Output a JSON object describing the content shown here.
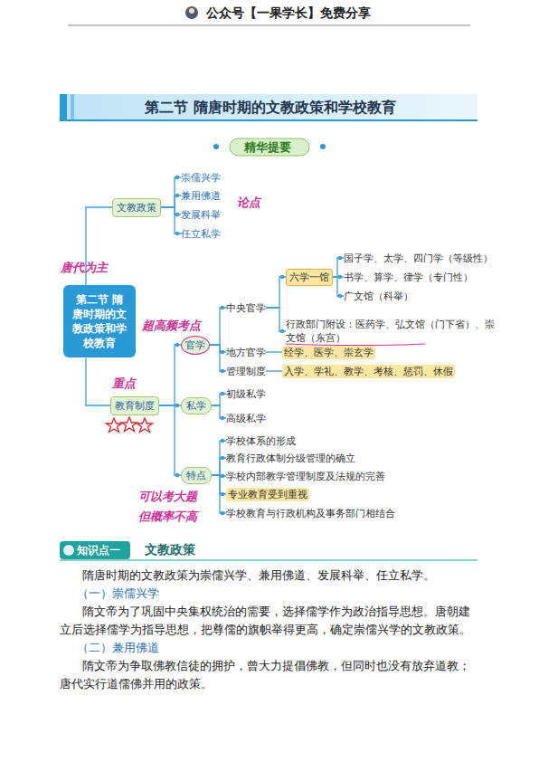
{
  "diagram": {
    "title": "第二节 隋唐时期的文教政策和学校教育",
    "nodes": [
      {
        "text": [
          "第二节 隋唐时期的文教政策和学校教育"
        ]
      },
      {
        "text": [
          "文教政策"
        ]
      },
      {
        "text": [
          "崇儒兴学"
        ]
      },
      {
        "text": [
          "兼用佛道"
        ]
      },
      {
        "text": [
          "发展科举"
        ]
      },
      {
        "text": [
          "任立私学"
        ]
      },
      {
        "text": [
          "教育制度"
        ]
      },
      {
        "text": [
          "官学"
        ]
      },
      {
        "text": [
          "中央官学"
        ]
      },
      {
        "text": [
          "六学一馆"
        ]
      },
      {
        "text": [
          "国子学、太学、四门学（等级性）"
        ]
      },
      {
        "text": [
          "书学、算学、律学（专门性）"
        ]
      },
      {
        "text": [
          "广文馆（科举）"
        ]
      },
      {
        "text": [
          "行政部门附设：医药学、弘文馆（门下省）、崇文馆（东宫）"
        ]
      },
      {
        "text": [
          "地方官学"
        ]
      },
      {
        "text": [
          "经学、医学、崇玄学"
        ]
      },
      {
        "text": [
          "管理制度"
        ]
      },
      {
        "text": [
          "入学、学礼、教学、考核、惩罚、休假"
        ]
      },
      {
        "text": [
          "私学"
        ]
      },
      {
        "text": [
          "初级私学"
        ]
      },
      {
        "text": [
          "高级私学"
        ]
      },
      {
        "text": [
          "特点"
        ]
      },
      {
        "text": [
          "学校体系的形成"
        ]
      },
      {
        "text": [
          "教育行政体制分级管理的确立"
        ]
      },
      {
        "text": [
          "学校内部教学管理制度及法规的完善"
        ]
      },
      {
        "text": [
          "专业教育受到重视"
        ]
      },
      {
        "text": [
          "学校教育与行政机构及事务部门相结合"
        ]
      }
    ],
    "edges": [
      {
        "from": 0,
        "to": 1,
        "arrow": "none"
      },
      {
        "from": 1,
        "to": 2,
        "arrow": "none"
      },
      {
        "from": 1,
        "to": 3,
        "arrow": "none"
      },
      {
        "from": 1,
        "to": 4,
        "arrow": "none"
      },
      {
        "from": 1,
        "to": 5,
        "arrow": "none"
      },
      {
        "from": 0,
        "to": 6,
        "arrow": "none"
      },
      {
        "from": 6,
        "to": 7,
        "arrow": "none"
      },
      {
        "from": 6,
        "to": 18,
        "arrow": "none"
      },
      {
        "from": 6,
        "to": 21,
        "arrow": "none"
      },
      {
        "from": 7,
        "to": 8,
        "arrow": "none"
      },
      {
        "from": 7,
        "to": 14,
        "arrow": "none"
      },
      {
        "from": 7,
        "to": 16,
        "arrow": "none"
      },
      {
        "from": 8,
        "to": 9,
        "arrow": "none"
      },
      {
        "from": 8,
        "to": 13,
        "arrow": "none"
      },
      {
        "from": 9,
        "to": 10,
        "arrow": "none"
      },
      {
        "from": 9,
        "to": 11,
        "arrow": "none"
      },
      {
        "from": 9,
        "to": 12,
        "arrow": "none"
      },
      {
        "from": 14,
        "to": 15,
        "arrow": "none"
      },
      {
        "from": 16,
        "to": 17,
        "arrow": "none"
      },
      {
        "from": 18,
        "to": 19,
        "arrow": "none"
      },
      {
        "from": 18,
        "to": 20,
        "arrow": "none"
      },
      {
        "from": 21,
        "to": 22,
        "arrow": "none"
      },
      {
        "from": 21,
        "to": 23,
        "arrow": "none"
      },
      {
        "from": 21,
        "to": 24,
        "arrow": "none"
      },
      {
        "from": 21,
        "to": 25,
        "arrow": "none"
      },
      {
        "from": 21,
        "to": 26,
        "arrow": "none"
      }
    ],
    "labels": [
      "公众号【一果学长】免费分享",
      "精华提要",
      "论点",
      "唐代为主",
      "超高频考点",
      "重点",
      "可以考大题",
      "但概率不高",
      "知识点一",
      "文教政策",
      "隋唐时期的文教政策为崇儒兴学、兼用佛道、发展科举、任立私学。",
      "（一）崇儒兴学",
      "隋文帝为了巩固中央集权统治的需要，选择儒学作为政治指导思想。唐朝建立后选择儒学为指导思想，把尊儒的旗帜举得更高，确定崇儒兴学的文教政策。",
      "（二）兼用佛道",
      "隋文帝为争取佛教信徒的拥护，曾大力提倡佛教，但同时也没有放弃道教；唐代实行道儒佛并用的政策。"
    ]
  }
}
